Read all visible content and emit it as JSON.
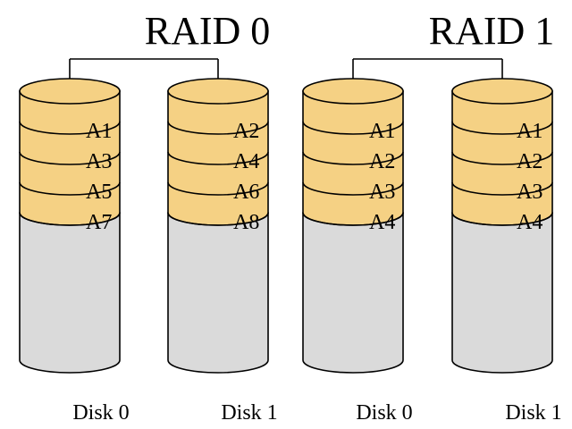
{
  "colors": {
    "block_fill": "#F5D184",
    "empty_fill": "#DADADA",
    "outline": "#000000",
    "background": "#FFFFFF"
  },
  "groups": [
    {
      "title": "RAID 0",
      "disks": [
        {
          "label": "Disk 0",
          "blocks": [
            "A1",
            "A3",
            "A5",
            "A7"
          ]
        },
        {
          "label": "Disk 1",
          "blocks": [
            "A2",
            "A4",
            "A6",
            "A8"
          ]
        }
      ]
    },
    {
      "title": "RAID 1",
      "disks": [
        {
          "label": "Disk 0",
          "blocks": [
            "A1",
            "A2",
            "A3",
            "A4"
          ]
        },
        {
          "label": "Disk 1",
          "blocks": [
            "A1",
            "A2",
            "A3",
            "A4"
          ]
        }
      ]
    }
  ]
}
